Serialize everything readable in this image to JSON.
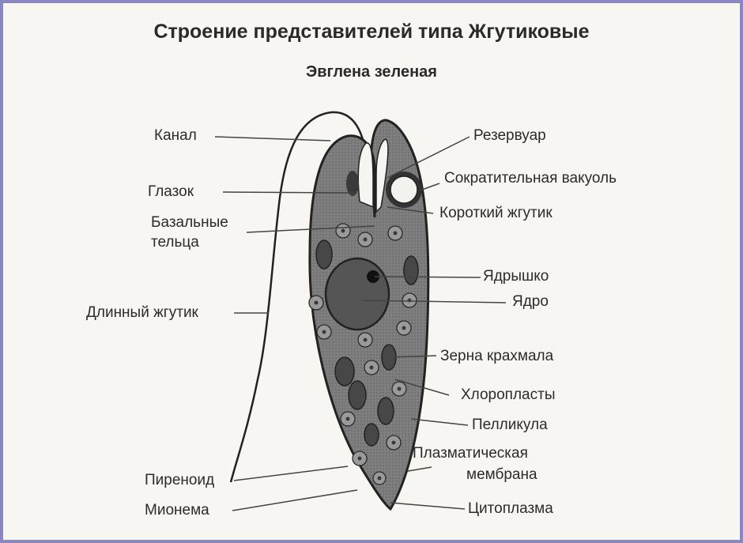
{
  "title": "Строение представителей типа Жгутиковые",
  "subtitle": "Эвглена зеленая",
  "labels": {
    "kanal": "Канал",
    "glazok": "Глазок",
    "bazalnye1": "Базальные",
    "bazalnye2": "тельца",
    "dlinny": "Длинный жгутик",
    "pirenoid": "Пиреноид",
    "mionema": "Мионема",
    "rezervuar": "Резервуар",
    "vakuol": "Сократительная вакуоль",
    "korotky": "Короткий жгутик",
    "yadryshko": "Ядрышко",
    "yadro": "Ядро",
    "zerna": "Зерна крахмала",
    "khloroplasty": "Хлоропласты",
    "pellikula": "Пелликула",
    "plazm1": "Плазматическая",
    "plazm2": "мембрана",
    "tsitoplazma": "Цитоплазма"
  },
  "colors": {
    "frame": "#8a86c0",
    "cytoplasm": "#7a7a7a",
    "nucleus": "#565656",
    "chloroplast": "#4a4a4a"
  }
}
